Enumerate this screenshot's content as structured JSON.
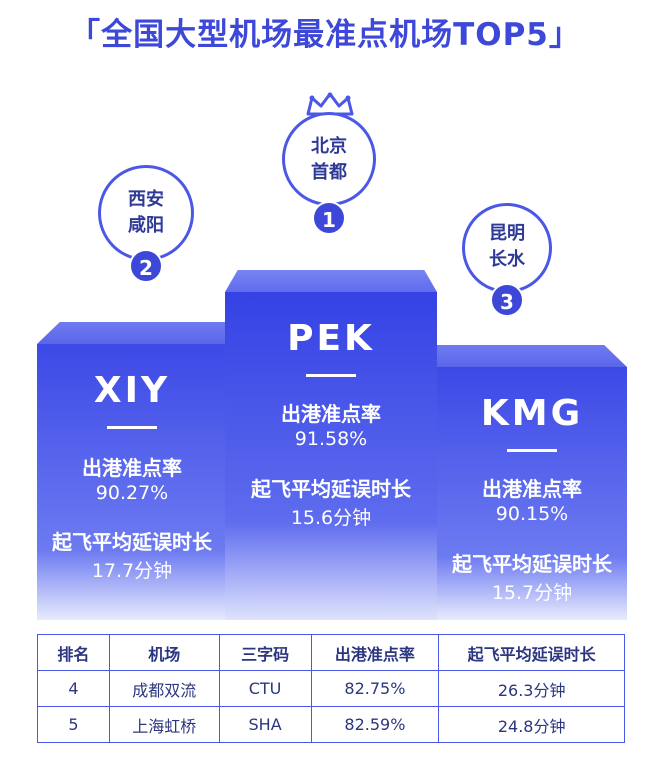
{
  "title": "「全国大型机场最准点机场TOP5」",
  "chart_data": {
    "type": "table",
    "metric1_label": "出港准点率",
    "metric2_label": "起飞平均延误时长",
    "top3": [
      {
        "rank": "1",
        "city_line1": "北京",
        "city_line2": "首都",
        "code": "PEK",
        "on_time": "91.58%",
        "delay": "15.6分钟"
      },
      {
        "rank": "2",
        "city_line1": "西安",
        "city_line2": "咸阳",
        "code": "XIY",
        "on_time": "90.27%",
        "delay": "17.7分钟"
      },
      {
        "rank": "3",
        "city_line1": "昆明",
        "city_line2": "长水",
        "code": "KMG",
        "on_time": "90.15%",
        "delay": "15.7分钟"
      }
    ],
    "table": {
      "headers": [
        "排名",
        "机场",
        "三字码",
        "出港准点率",
        "起飞平均延误时长"
      ],
      "rows": [
        [
          "4",
          "成都双流",
          "CTU",
          "82.75%",
          "26.3分钟"
        ],
        [
          "5",
          "上海虹桥",
          "SHA",
          "82.59%",
          "24.8分钟"
        ]
      ]
    }
  },
  "colors": {
    "accent": "#3d48d8",
    "podium": "#4b57e6",
    "text_dark": "#2c3680"
  }
}
